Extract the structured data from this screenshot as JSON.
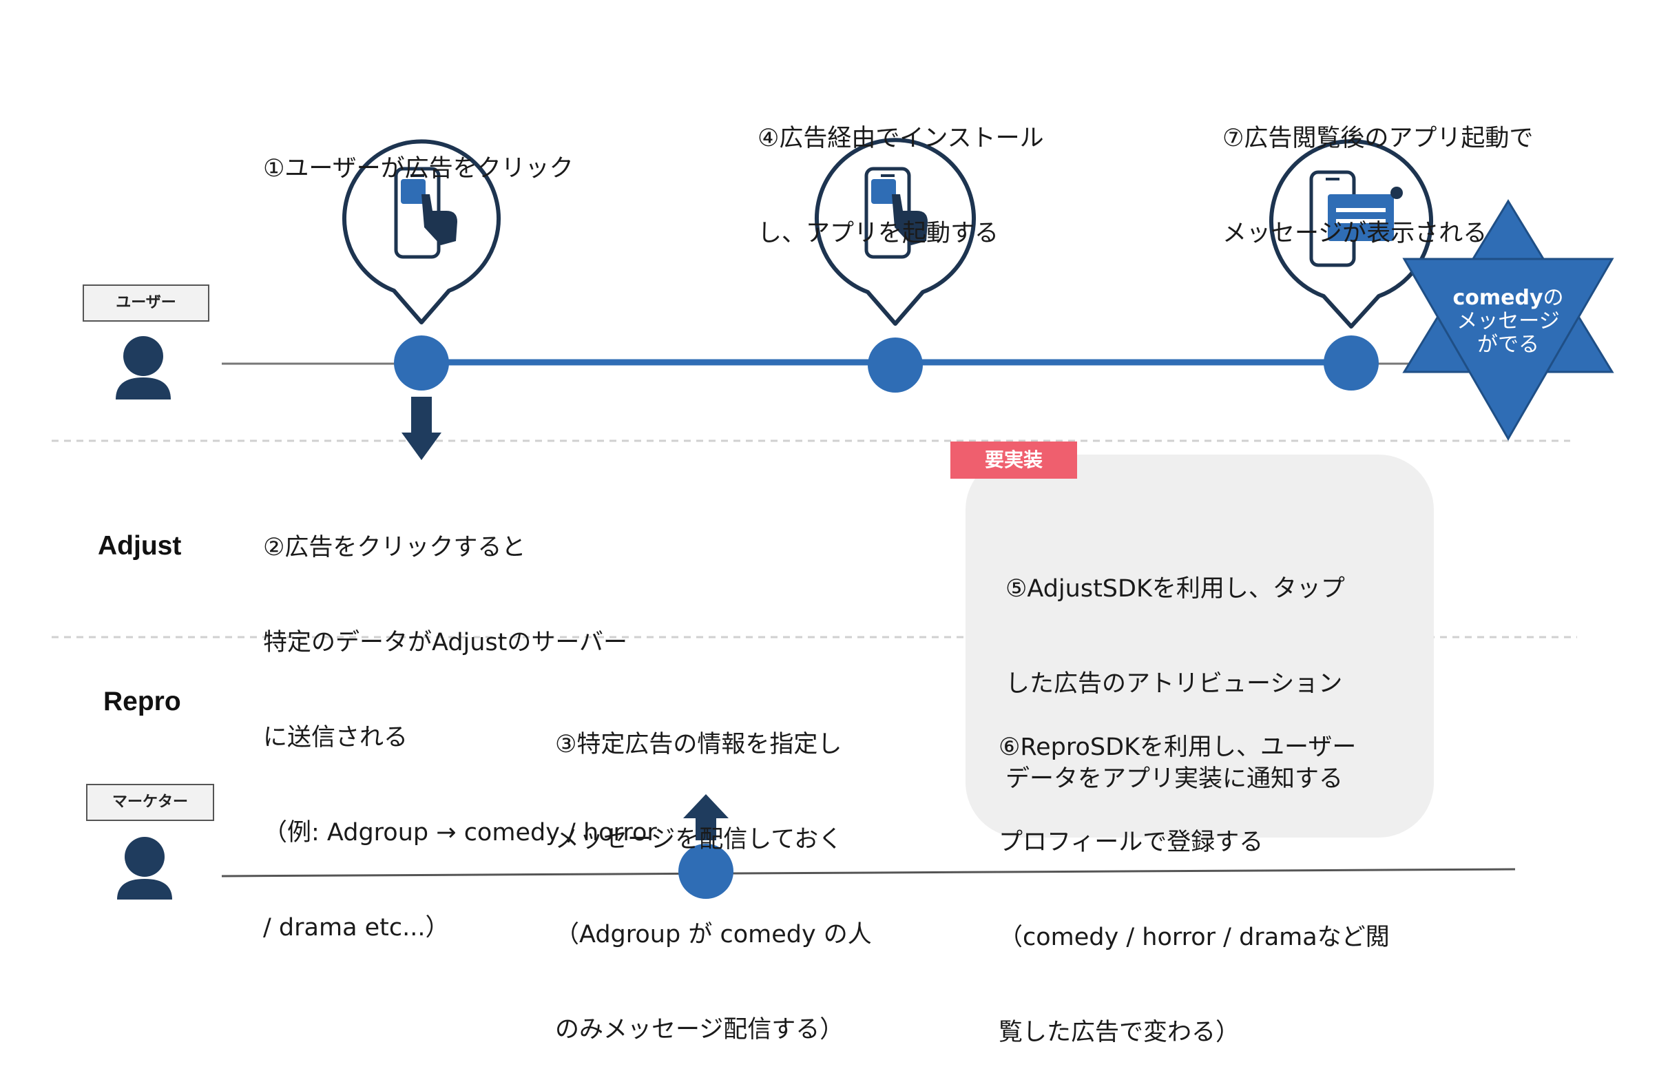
{
  "lanes": {
    "user": "ユーザー",
    "adjust": "Adjust",
    "repro": "Repro",
    "marketer": "マーケター"
  },
  "steps": {
    "s1": [
      "①ユーザーが広告をクリック"
    ],
    "s2": [
      "②広告をクリックすると",
      "特定のデータがAdjustのサーバー",
      "に送信される",
      "（例: Adgroup → comedy / horror",
      "/ drama etc...）"
    ],
    "s3": [
      "③特定広告の情報を指定し",
      "メッセージを配信しておく",
      "（Adgroup が comedy の人",
      "のみメッセージ配信する）"
    ],
    "s4": [
      "④広告経由でインストール",
      "し、アプリを起動する"
    ],
    "s5": [
      "⑤AdjustSDKを利用し、タップ",
      "した広告のアトリビューション",
      "データをアプリ実装に通知する"
    ],
    "s6": [
      "⑥ReproSDKを利用し、ユーザー",
      "プロフィールで登録する",
      "（comedy / horror / dramaなど閲",
      "覧した広告で変わる）"
    ],
    "s7": [
      "⑦広告閲覧後のアプリ起動で",
      "メッセージが表示される"
    ]
  },
  "tag_label": "要実装",
  "star": {
    "bold_word": "comedy",
    "line1_rest": "の",
    "line2": "メッセージ",
    "line3": "がでる"
  },
  "colors": {
    "accent_blue": "#2f6db5",
    "dark_navy": "#1f3c5e",
    "tag_red": "#ef5f6e",
    "panel_gray": "#efefef",
    "bubble_outline": "#1d3450"
  },
  "icons": [
    "phone-tap-icon",
    "phone-tap-icon",
    "phone-message-icon",
    "person-icon",
    "down-arrow-icon",
    "up-arrow-icon"
  ]
}
